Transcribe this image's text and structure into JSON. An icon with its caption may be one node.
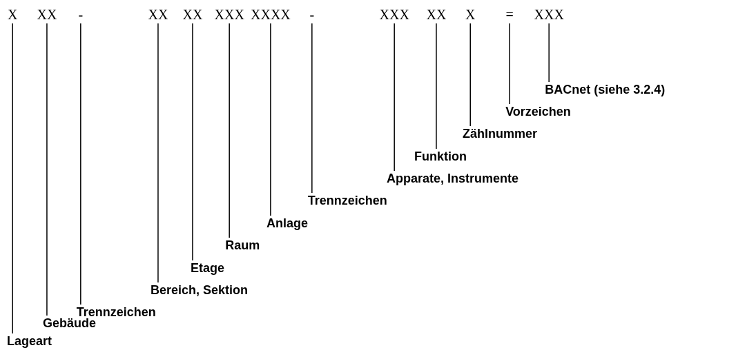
{
  "diagram": {
    "nodes": [
      {
        "text": [
          "X"
        ]
      },
      {
        "text": [
          "XX"
        ]
      },
      {
        "text": [
          "-"
        ]
      },
      {
        "text": [
          "XX"
        ]
      },
      {
        "text": [
          "XX"
        ]
      },
      {
        "text": [
          "XXX"
        ]
      },
      {
        "text": [
          "XXXX"
        ]
      },
      {
        "text": [
          "-"
        ]
      },
      {
        "text": [
          "XXX"
        ]
      },
      {
        "text": [
          "XX"
        ]
      },
      {
        "text": [
          "X"
        ]
      },
      {
        "text": [
          "="
        ]
      },
      {
        "text": [
          "XXX"
        ]
      },
      {
        "text": [
          "Lageart"
        ]
      },
      {
        "text": [
          "Gebäude"
        ]
      },
      {
        "text": [
          "Trennzeichen"
        ]
      },
      {
        "text": [
          "Bereich, Sektion"
        ]
      },
      {
        "text": [
          "Etage"
        ]
      },
      {
        "text": [
          "Raum"
        ]
      },
      {
        "text": [
          "Anlage"
        ]
      },
      {
        "text": [
          "Trennzeichen"
        ]
      },
      {
        "text": [
          "Apparate, Instrumente"
        ]
      },
      {
        "text": [
          "Funktion"
        ]
      },
      {
        "text": [
          "Zählnummer"
        ]
      },
      {
        "text": [
          "Vorzeichen"
        ]
      },
      {
        "text": [
          "**BACnet** (siehe 3.2.4)"
        ]
      }
    ],
    "edges": [
      {
        "from": 13,
        "to": 0,
        "arrow": "none"
      },
      {
        "from": 14,
        "to": 1,
        "arrow": "none"
      },
      {
        "from": 15,
        "to": 2,
        "arrow": "none"
      },
      {
        "from": 16,
        "to": 3,
        "arrow": "none"
      },
      {
        "from": 17,
        "to": 4,
        "arrow": "none"
      },
      {
        "from": 18,
        "to": 5,
        "arrow": "none"
      },
      {
        "from": 19,
        "to": 6,
        "arrow": "none"
      },
      {
        "from": 20,
        "to": 7,
        "arrow": "none"
      },
      {
        "from": 21,
        "to": 8,
        "arrow": "none"
      },
      {
        "from": 22,
        "to": 9,
        "arrow": "none"
      },
      {
        "from": 23,
        "to": 10,
        "arrow": "none"
      },
      {
        "from": 24,
        "to": 11,
        "arrow": "none"
      },
      {
        "from": 25,
        "to": 12,
        "arrow": "none"
      }
    ]
  }
}
